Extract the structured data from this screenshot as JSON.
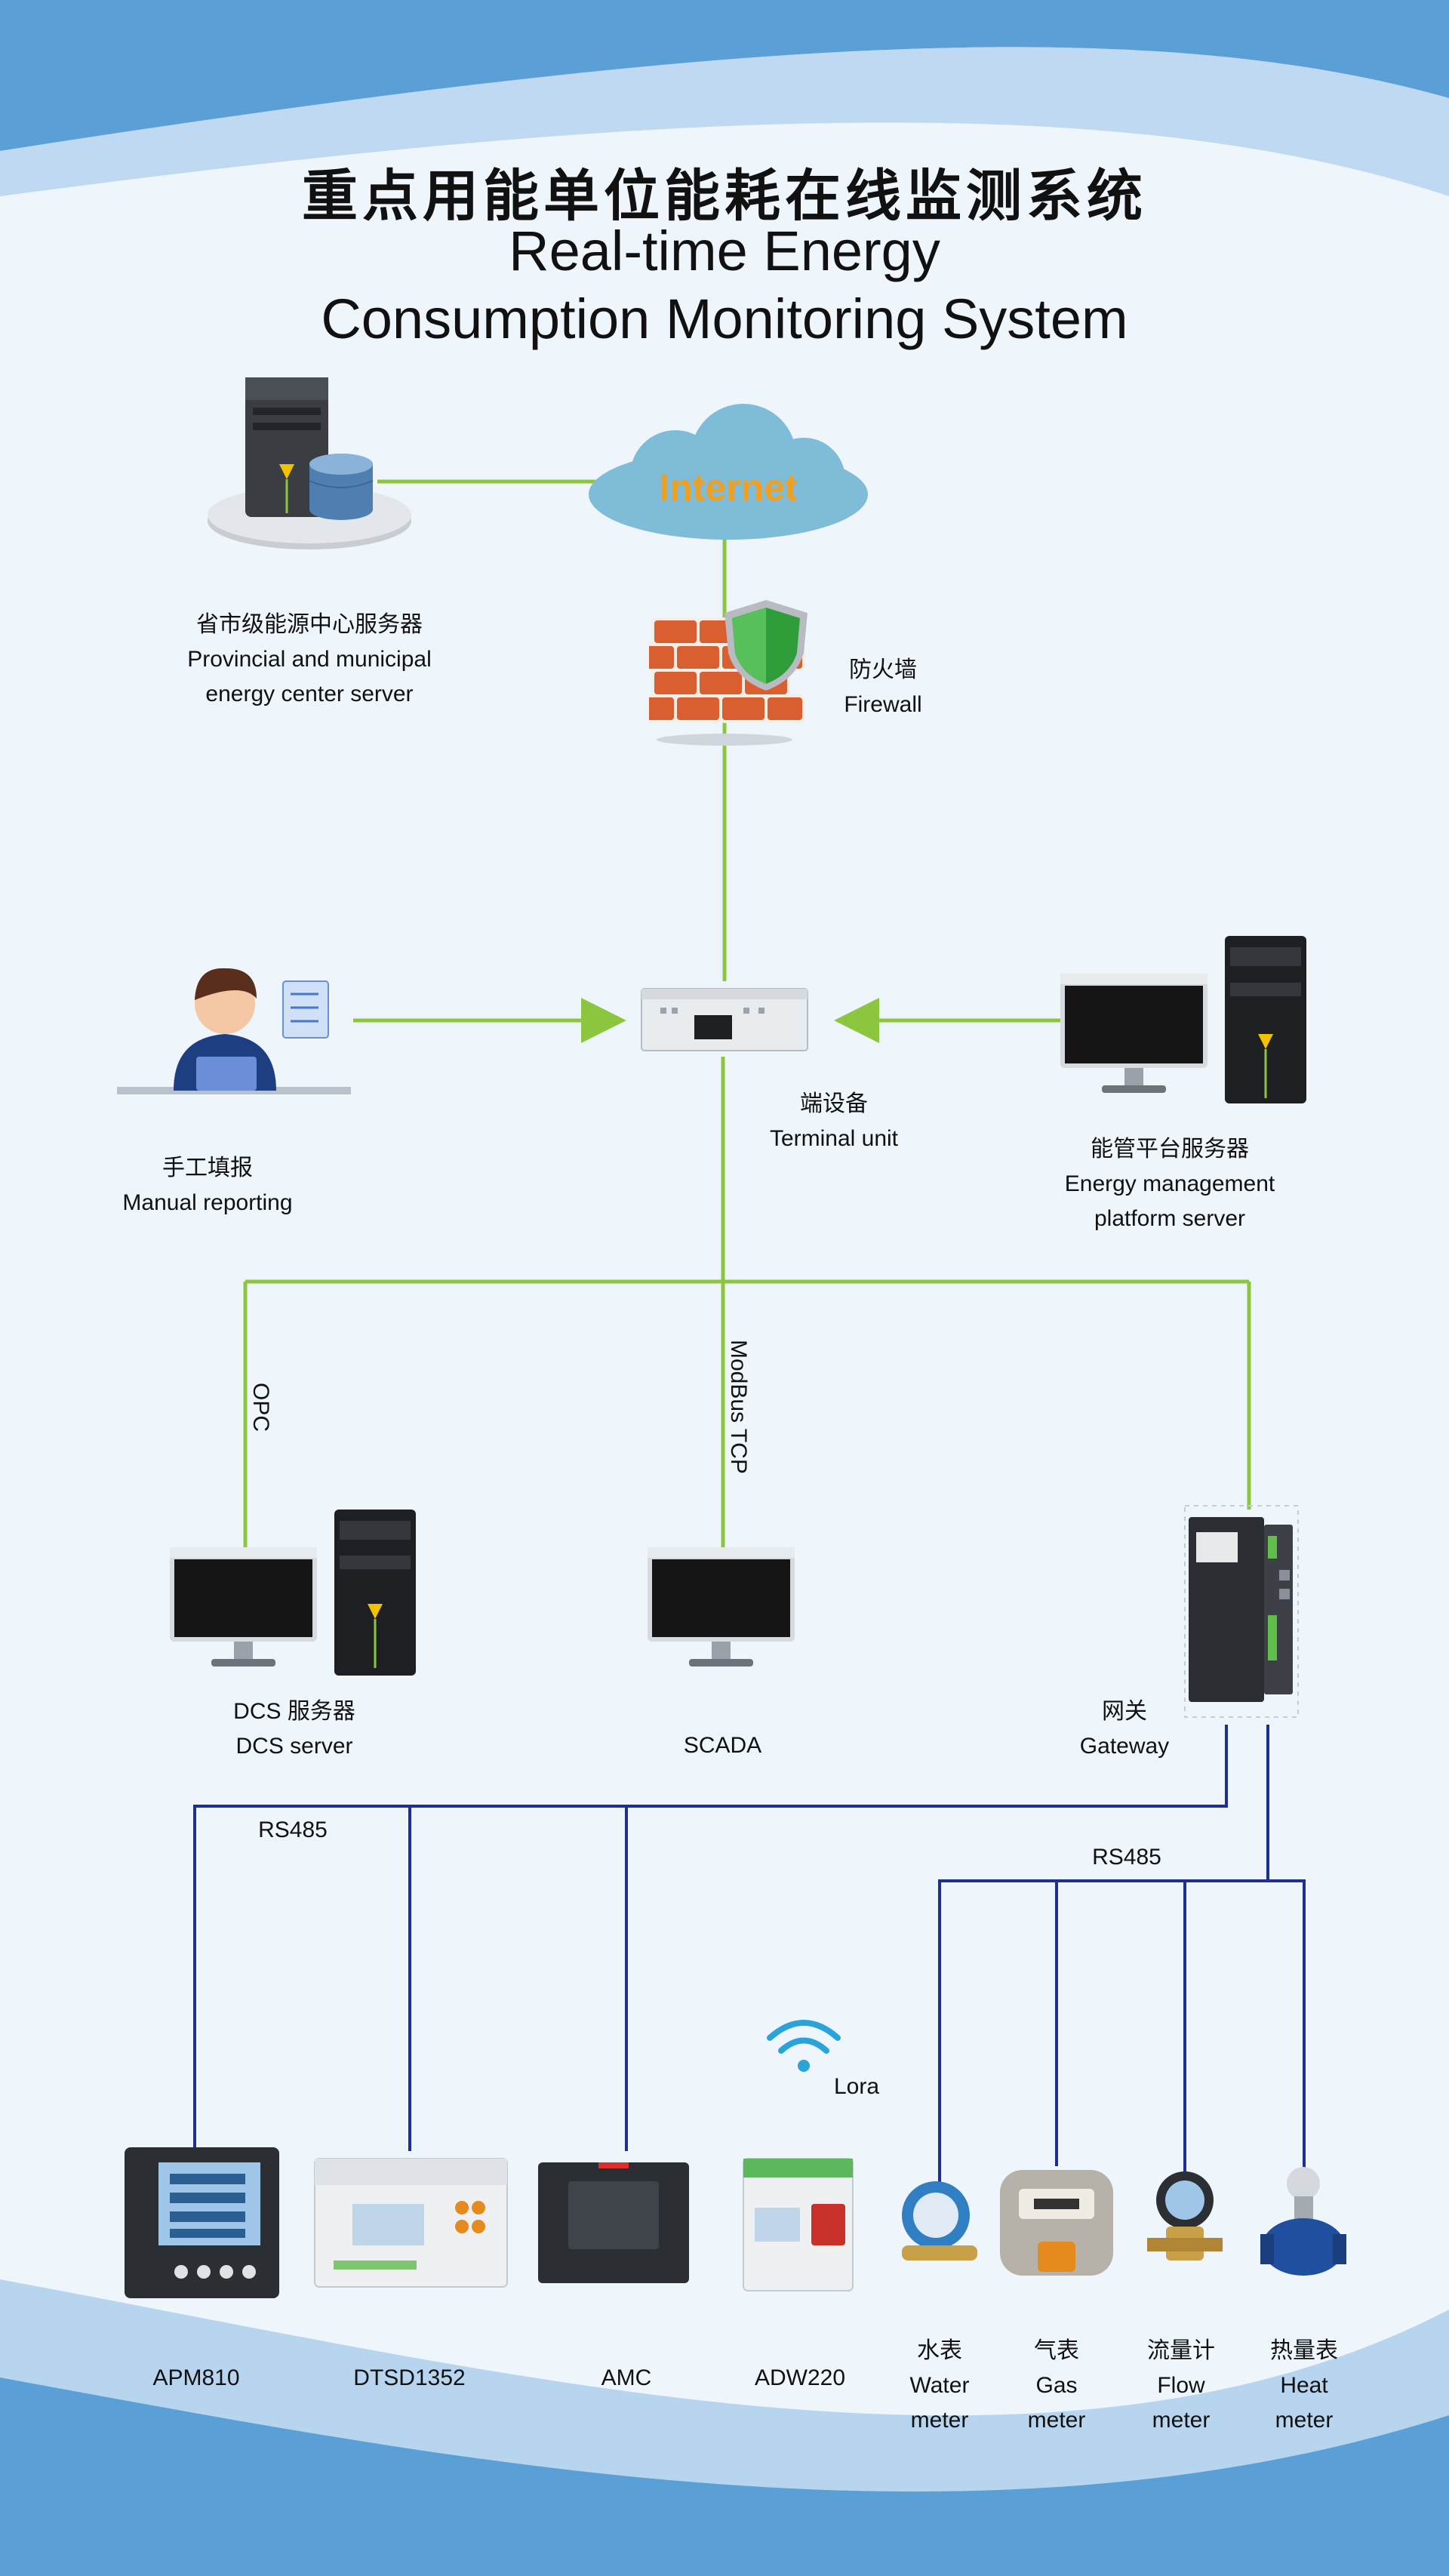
{
  "title": {
    "cn": "重点用能单位能耗在线监测系统",
    "en_line1": "Real-time Energy",
    "en_line2": "Consumption Monitoring System"
  },
  "cloud": {
    "label": "Internet"
  },
  "nodes": {
    "provincial_server": {
      "cn": "省市级能源中心服务器",
      "en1": "Provincial and municipal",
      "en2": "energy center server"
    },
    "firewall": {
      "cn": "防火墙",
      "en1": "Firewall"
    },
    "terminal": {
      "cn": "端设备",
      "en1": "Terminal unit"
    },
    "manual": {
      "cn": "手工填报",
      "en1": "Manual reporting"
    },
    "energy_platform": {
      "cn": "能管平台服务器",
      "en1": "Energy management",
      "en2": "platform server"
    },
    "dcs": {
      "cn": "DCS 服务器",
      "en1": "DCS server"
    },
    "scada": {
      "en1": "SCADA"
    },
    "gateway": {
      "cn": "网关",
      "en1": "Gateway"
    }
  },
  "protocols": {
    "opc": "OPC",
    "modbus": "ModBus TCP",
    "rs485_left": "RS485",
    "rs485_right": "RS485",
    "lora": "Lora"
  },
  "devices": [
    {
      "id": "apm810",
      "label": "APM810"
    },
    {
      "id": "dtsd1352",
      "label": "DTSD1352"
    },
    {
      "id": "amc",
      "label": "AMC"
    },
    {
      "id": "adw220",
      "label": "ADW220"
    }
  ],
  "meters": [
    {
      "id": "water",
      "cn": "水表",
      "en1": "Water",
      "en2": "meter"
    },
    {
      "id": "gas",
      "cn": "气表",
      "en1": "Gas",
      "en2": "meter"
    },
    {
      "id": "flow",
      "cn": "流量计",
      "en1": "Flow",
      "en2": "meter"
    },
    {
      "id": "heat",
      "cn": "热量表",
      "en1": "Heat",
      "en2": "meter"
    }
  ],
  "colors": {
    "green_line": "#8cc63f",
    "blue_line": "#1f2f8f",
    "cloud": "#7fbcd8",
    "cloud_text": "#f0a020",
    "wave_dark": "#5a9fd6",
    "wave_light": "#a9cdec",
    "background": "#eef5fb"
  }
}
